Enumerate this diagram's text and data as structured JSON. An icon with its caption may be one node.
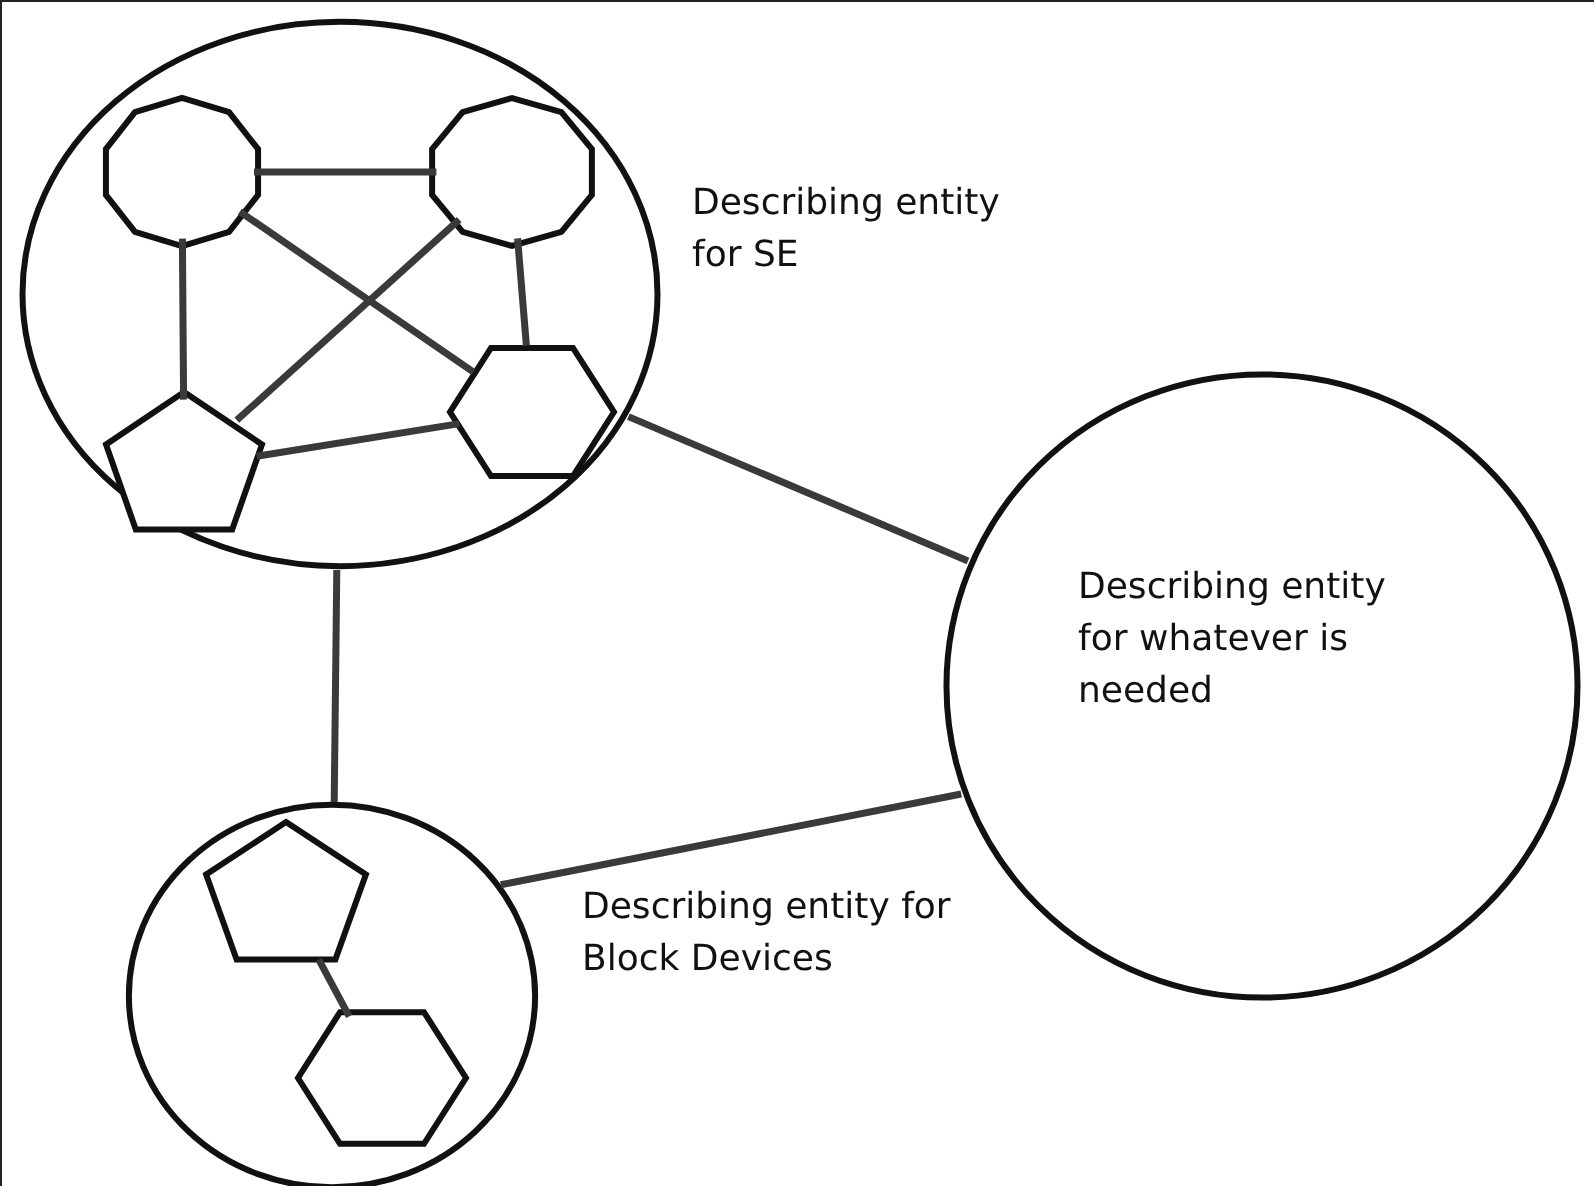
{
  "diagram": {
    "nodes": [
      {
        "text": [
          "Describing entity for SE"
        ]
      },
      {
        "text": [],
        "shape": "decagon",
        "in": 0
      },
      {
        "text": [],
        "shape": "decagon",
        "in": 0
      },
      {
        "text": [],
        "shape": "pentagon",
        "in": 0
      },
      {
        "text": [],
        "shape": "hexagon",
        "in": 0
      },
      {
        "text": [
          "Describing entity for whatever is needed"
        ]
      },
      {
        "text": [
          "Describing entity for Block Devices"
        ]
      },
      {
        "text": [],
        "shape": "pentagon",
        "in": 6
      },
      {
        "text": [],
        "shape": "hexagon",
        "in": 6
      }
    ],
    "edges": [
      {
        "from": 1,
        "to": 2,
        "arrow": "none"
      },
      {
        "from": 1,
        "to": 3,
        "arrow": "none"
      },
      {
        "from": 1,
        "to": 4,
        "arrow": "none"
      },
      {
        "from": 2,
        "to": 3,
        "arrow": "none"
      },
      {
        "from": 2,
        "to": 4,
        "arrow": "none"
      },
      {
        "from": 3,
        "to": 4,
        "arrow": "none"
      },
      {
        "from": 0,
        "to": 5,
        "arrow": "none"
      },
      {
        "from": 0,
        "to": 6,
        "arrow": "none"
      },
      {
        "from": 6,
        "to": 5,
        "arrow": "none"
      },
      {
        "from": 7,
        "to": 8,
        "arrow": "none"
      }
    ]
  }
}
